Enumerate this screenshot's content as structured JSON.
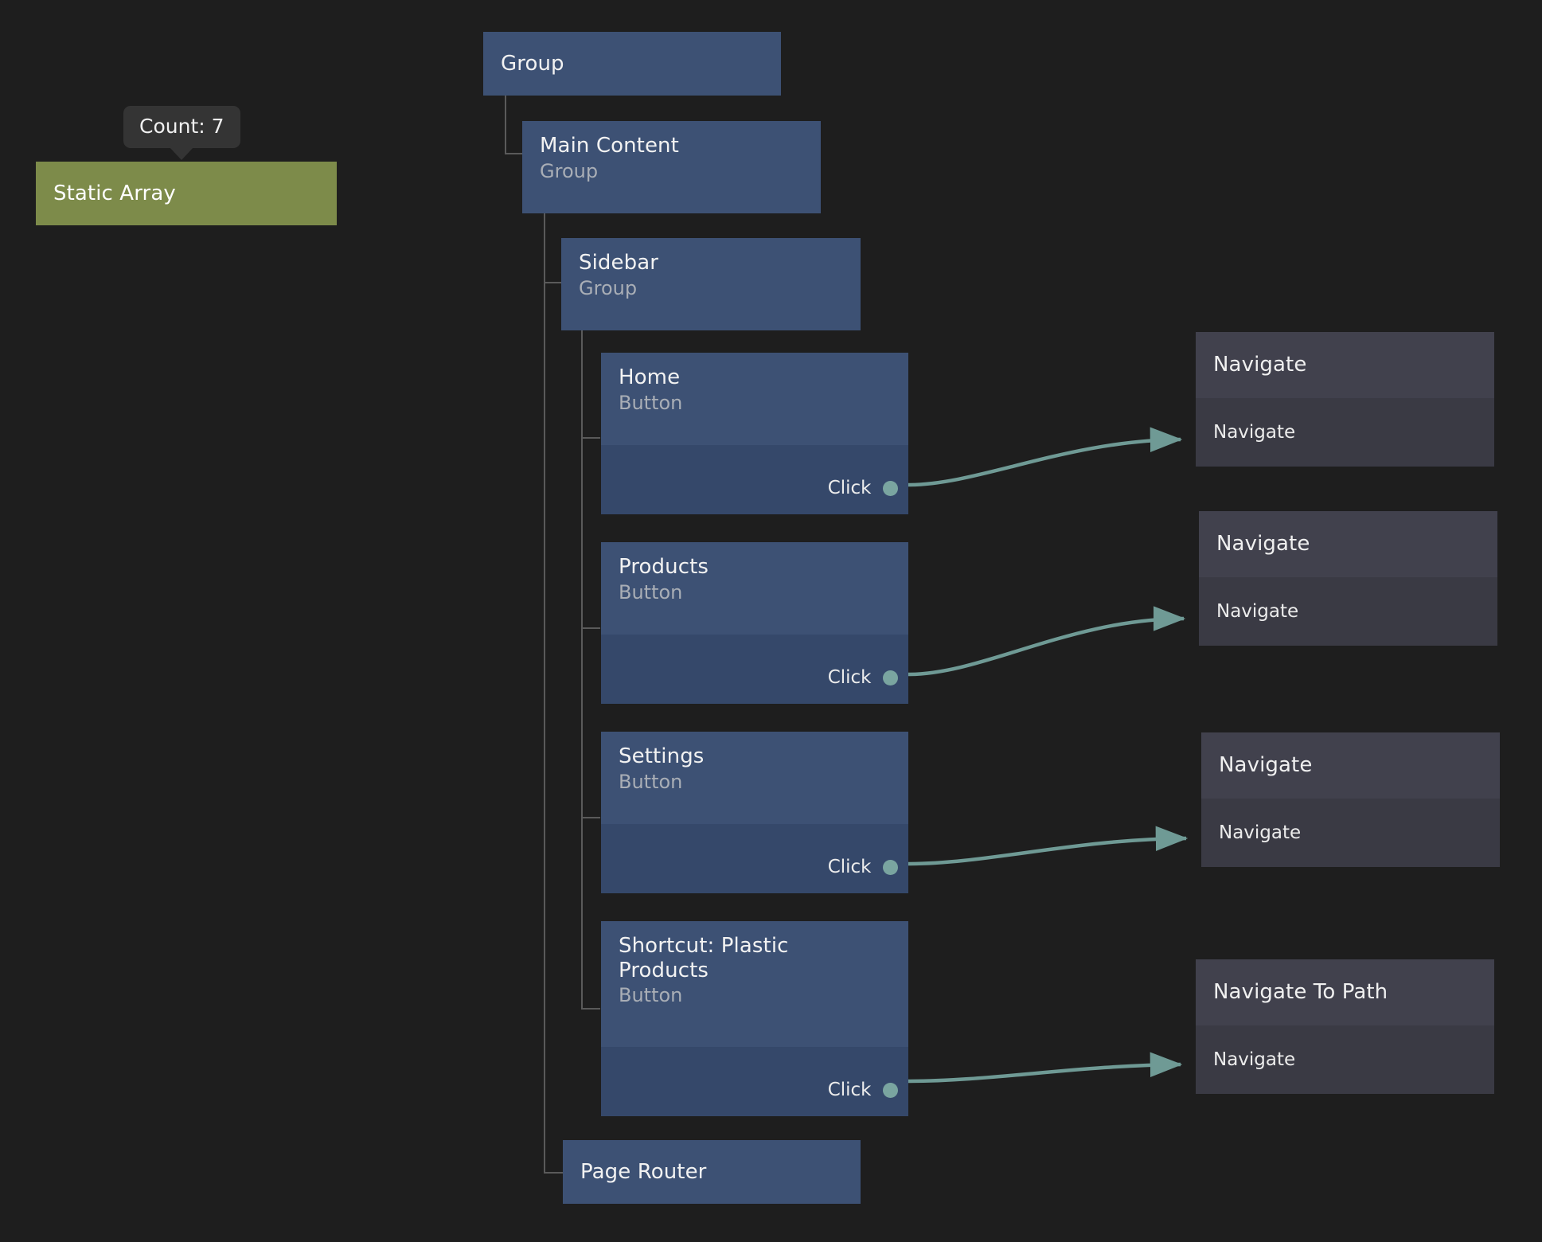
{
  "canvas": {
    "background": "#1e1e1e",
    "wire_color": "#6f9a95",
    "port_color": "#7aa5a0",
    "tree_line_color": "#5a5a5a"
  },
  "tooltip": {
    "text": "Count: 7",
    "background": "#343434"
  },
  "green_node": {
    "title": "Static Array",
    "color": "#7d8b4a"
  },
  "tree": {
    "root": {
      "title": "Group"
    },
    "main_content": {
      "title": "Main Content",
      "subtitle": "Group"
    },
    "sidebar": {
      "title": "Sidebar",
      "subtitle": "Group"
    },
    "page_router": {
      "title": "Page Router"
    },
    "buttons": [
      {
        "title": "Home",
        "subtitle": "Button",
        "port": "Click"
      },
      {
        "title": "Products",
        "subtitle": "Button",
        "port": "Click"
      },
      {
        "title": "Settings",
        "subtitle": "Button",
        "port": "Click"
      },
      {
        "title": "Shortcut: Plastic Products",
        "subtitle": "Button",
        "port": "Click"
      }
    ]
  },
  "actions": [
    {
      "title": "Navigate",
      "input": "Navigate"
    },
    {
      "title": "Navigate",
      "input": "Navigate"
    },
    {
      "title": "Navigate",
      "input": "Navigate"
    },
    {
      "title": "Navigate To Path",
      "input": "Navigate"
    }
  ]
}
